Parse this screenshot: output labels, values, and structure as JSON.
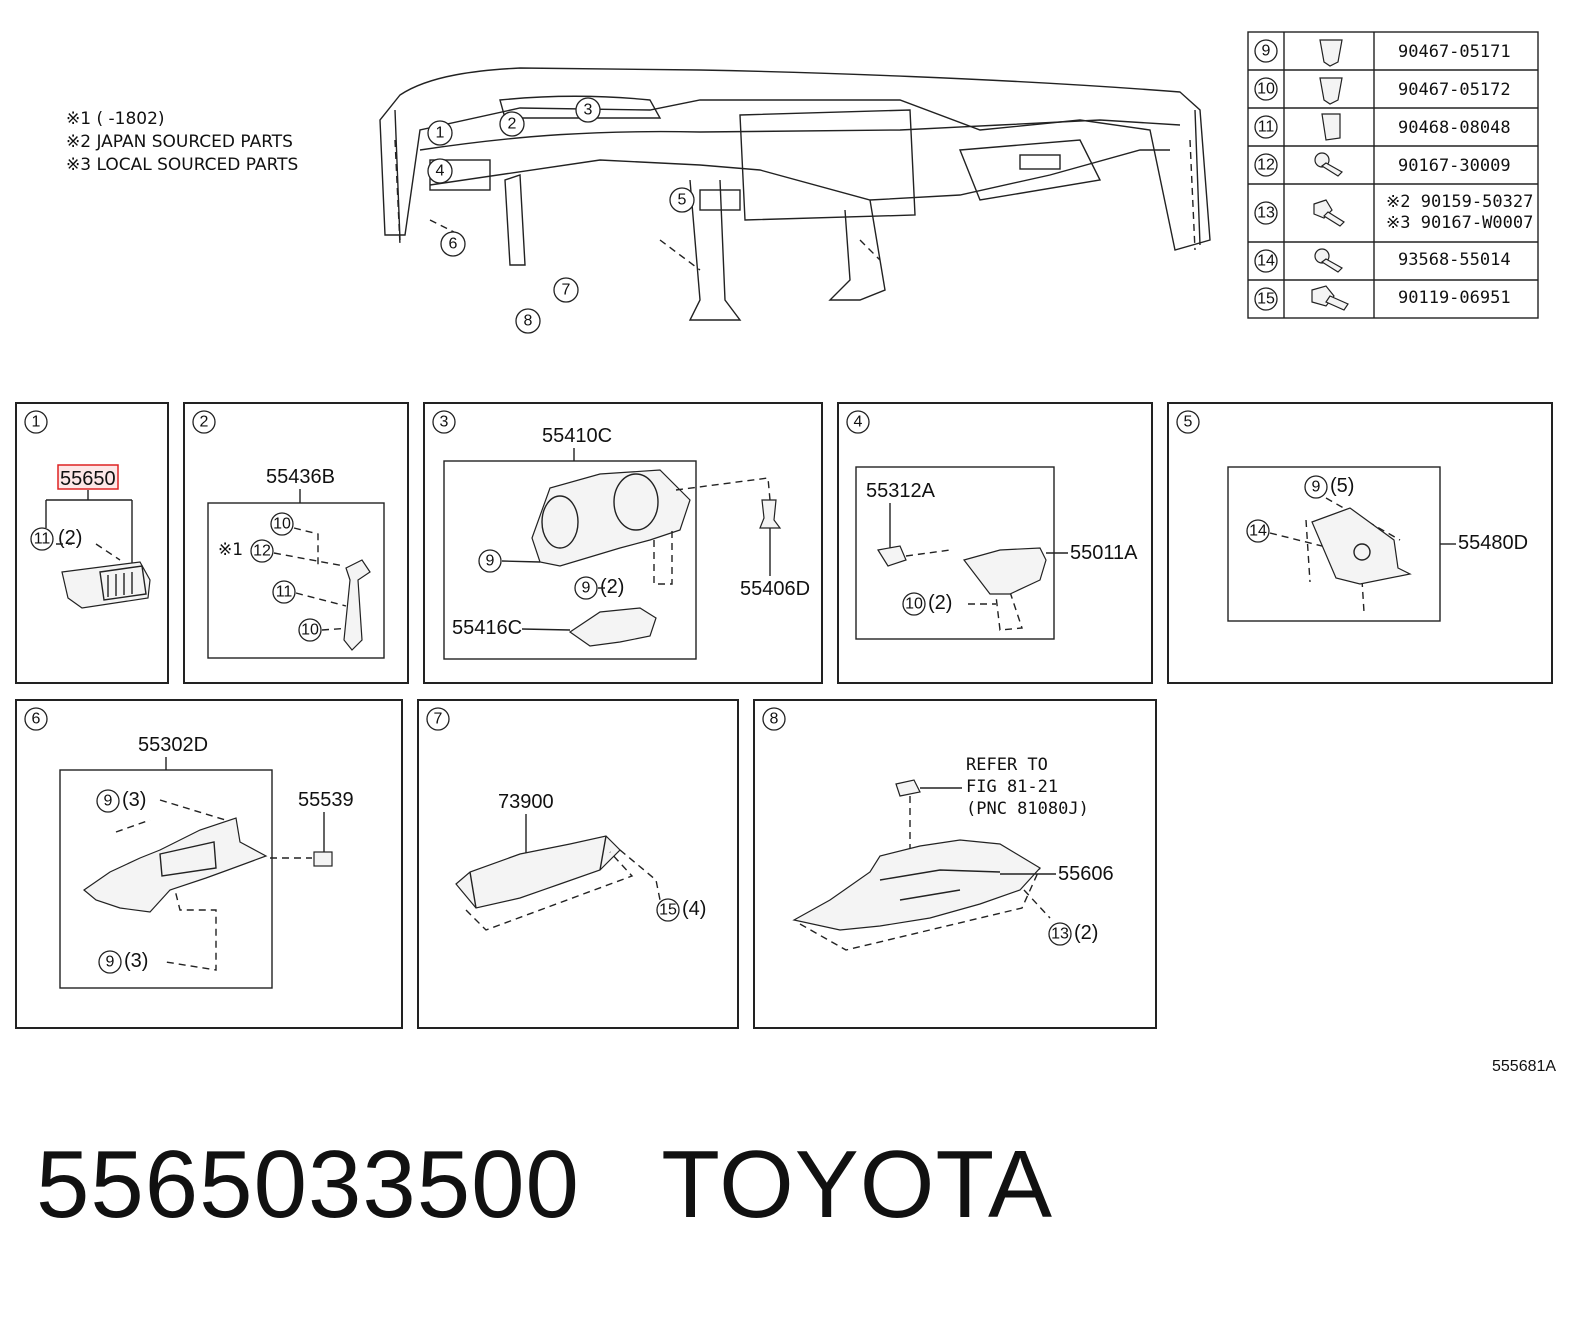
{
  "notes": [
    "※1 (      -1802)",
    "※2 JAPAN SOURCED PARTS",
    "※3 LOCAL SOURCED PARTS"
  ],
  "overview_callouts": [
    "1",
    "2",
    "3",
    "4",
    "5",
    "6",
    "7",
    "8"
  ],
  "fastener_table": [
    {
      "ref": "9",
      "part": "90467-05171",
      "icon": "clip-icon"
    },
    {
      "ref": "10",
      "part": "90467-05172",
      "icon": "clip-icon"
    },
    {
      "ref": "11",
      "part": "90468-08048",
      "icon": "clip-icon"
    },
    {
      "ref": "12",
      "part": "90167-30009",
      "icon": "screw-icon"
    },
    {
      "ref": "13",
      "part": "※2 90159-50327",
      "part2": "※3 90167-W0007",
      "icon": "bolt-icon"
    },
    {
      "ref": "14",
      "part": "93568-55014",
      "icon": "screw-icon"
    },
    {
      "ref": "15",
      "part": "90119-06951",
      "icon": "bolt-icon"
    }
  ],
  "panels": {
    "p1": {
      "num": "1",
      "main": "55650",
      "fastener": "11",
      "qty": "(2)"
    },
    "p2": {
      "num": "2",
      "main": "55436B",
      "mark": "※1",
      "f10a": "10",
      "f12": "12",
      "f11": "11",
      "f10b": "10"
    },
    "p3": {
      "num": "3",
      "main": "55410C",
      "f9": "9",
      "f9b": "9",
      "qty": "(2)",
      "clip": "55406D",
      "lower": "55416C"
    },
    "p4": {
      "num": "4",
      "upper": "55312A",
      "main": "55011A",
      "f10": "10",
      "qty": "(2)"
    },
    "p5": {
      "num": "5",
      "main": "55480D",
      "f9": "9",
      "qty": "(5)",
      "f14": "14"
    },
    "p6": {
      "num": "6",
      "main": "55302D",
      "f9a": "9",
      "qtya": "(3)",
      "f9b": "9",
      "qtyb": "(3)",
      "side": "55539"
    },
    "p7": {
      "num": "7",
      "main": "73900",
      "f15": "15",
      "qty": "(4)"
    },
    "p8": {
      "num": "8",
      "main": "55606",
      "f13": "13",
      "qty": "(2)",
      "refer1": "REFER TO",
      "refer2": "FIG 81-21",
      "refer3": "(PNC 81080J)"
    }
  },
  "ref_code": "555681A",
  "footer": {
    "part_number": "5565033500",
    "brand": "TOYOTA"
  },
  "colors": {
    "highlight": "#d22222",
    "line": "#222222"
  }
}
